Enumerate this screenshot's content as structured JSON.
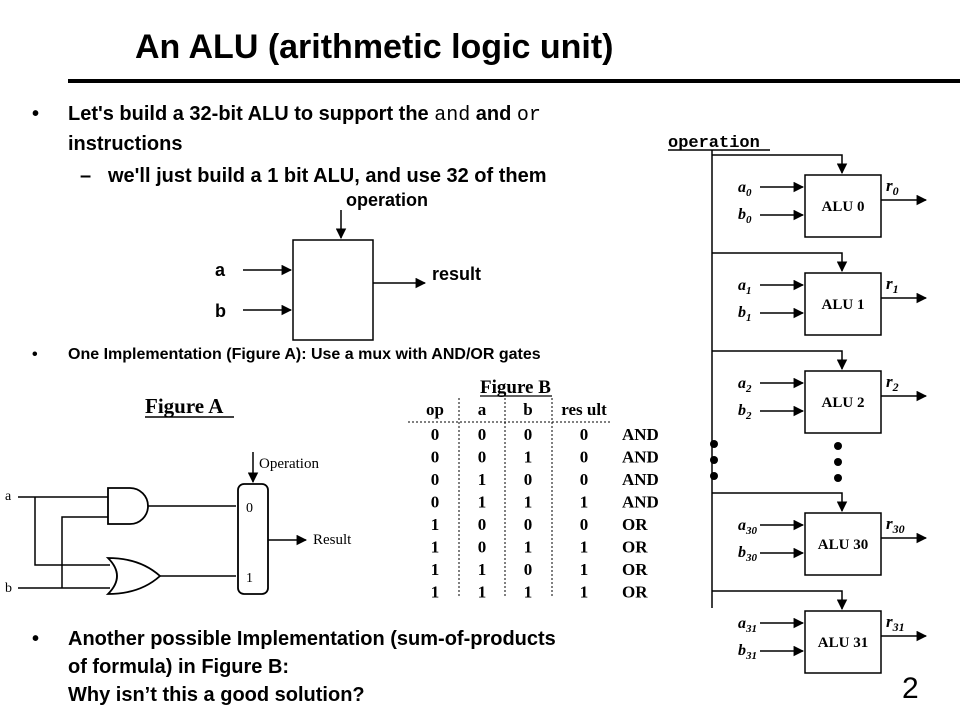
{
  "slide": {
    "title": "An ALU (arithmetic logic unit)",
    "page_number": "2"
  },
  "bullets": {
    "b1": {
      "marker": "•",
      "pre": "Let's build a 32-bit ALU to support the ",
      "code1": "and",
      "mid": " and ",
      "code2": "or",
      "post": " instructions"
    },
    "b2": {
      "marker": "–",
      "text": "we'll just build a 1 bit ALU, and use 32 of them"
    },
    "b3": {
      "marker": "•",
      "text": "One Implementation (Figure A): Use a mux with AND/OR gates"
    },
    "b4": {
      "marker": "•",
      "line1": "Another possible Implementation (sum-of-products of formula) in Figure B:",
      "line2": "Why isn’t this a good solution?"
    }
  },
  "alu_block": {
    "operation": "operation",
    "a": "a",
    "b": "b",
    "result": "result"
  },
  "figure_a": {
    "title": "Figure A",
    "operation": "Operation",
    "result": "Result",
    "a": "a",
    "b": "b",
    "mux0": "0",
    "mux1": "1"
  },
  "figure_b": {
    "title": "Figure B",
    "headers": [
      "op",
      "a",
      "b",
      "res ult"
    ],
    "rows": [
      [
        "0",
        "0",
        "0",
        "0",
        "AND"
      ],
      [
        "0",
        "0",
        "1",
        "0",
        "AND"
      ],
      [
        "0",
        "1",
        "0",
        "0",
        "AND"
      ],
      [
        "0",
        "1",
        "1",
        "1",
        "AND"
      ],
      [
        "1",
        "0",
        "0",
        "0",
        "OR"
      ],
      [
        "1",
        "0",
        "1",
        "1",
        "OR"
      ],
      [
        "1",
        "1",
        "0",
        "1",
        "OR"
      ],
      [
        "1",
        "1",
        "1",
        "1",
        "OR"
      ]
    ]
  },
  "alu_chain": {
    "operation": "operation",
    "units": [
      {
        "name": "ALU 0",
        "a": "a",
        "a_sub": "0",
        "b": "b",
        "b_sub": "0",
        "r": "r",
        "r_sub": "0"
      },
      {
        "name": "ALU 1",
        "a": "a",
        "a_sub": "1",
        "b": "b",
        "b_sub": "1",
        "r": "r",
        "r_sub": "1"
      },
      {
        "name": "ALU 2",
        "a": "a",
        "a_sub": "2",
        "b": "b",
        "b_sub": "2",
        "r": "r",
        "r_sub": "2"
      },
      {
        "name": "ALU 30",
        "a": "a",
        "a_sub": "30",
        "b": "b",
        "b_sub": "30",
        "r": "r",
        "r_sub": "30"
      },
      {
        "name": "ALU 31",
        "a": "a",
        "a_sub": "31",
        "b": "b",
        "b_sub": "31",
        "r": "r",
        "r_sub": "31"
      }
    ]
  }
}
